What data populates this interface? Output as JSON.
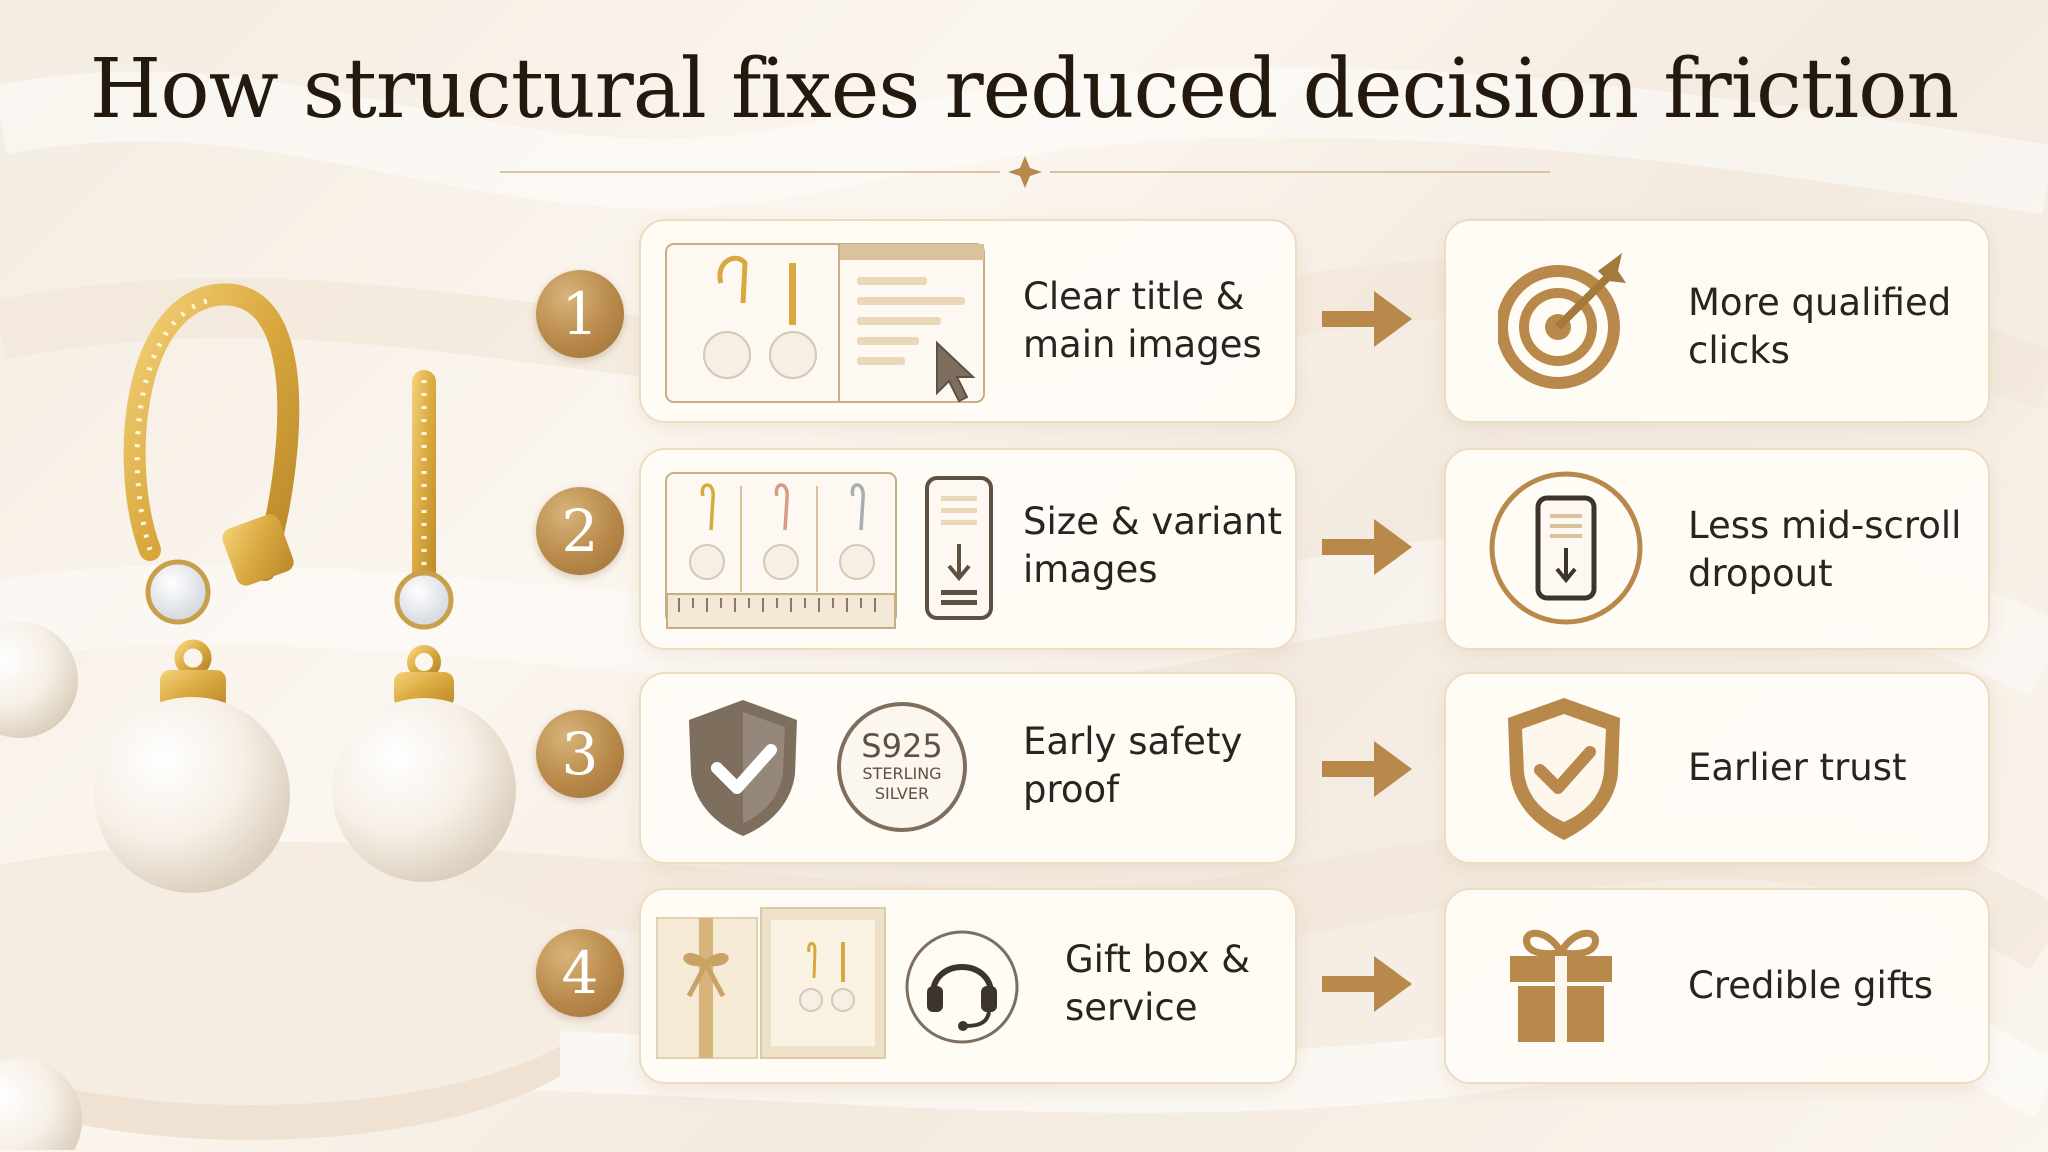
{
  "title": "How structural fixes reduced decision friction",
  "colors": {
    "gold": "#b8894a",
    "gold_dark": "#9d7035",
    "taupe": "#7d6e5e",
    "card_bg": "#fffcf6",
    "card_border": "#ecdcc2",
    "text_dark": "#2a2420",
    "title_text": "#24190f"
  },
  "steps": [
    {
      "number": "1",
      "fix": {
        "line1": "Clear title &",
        "line2": "main images",
        "icons": [
          "earring-photo-icon",
          "listing-page-icon",
          "cursor-icon"
        ]
      },
      "result": {
        "line1": "More qualified",
        "line2": "clicks",
        "icon": "target-icon"
      }
    },
    {
      "number": "2",
      "fix": {
        "line1": "Size & variant",
        "line2": "images",
        "icons": [
          "variant-photos-icon",
          "ruler-icon",
          "phone-scroll-icon"
        ]
      },
      "result": {
        "line1": "Less mid-scroll",
        "line2": "dropout",
        "icon": "phone-scroll-icon"
      }
    },
    {
      "number": "3",
      "fix": {
        "line1": "Early safety",
        "line2": "proof",
        "icons": [
          "shield-check-icon",
          "silver-stamp-icon"
        ]
      },
      "seal": {
        "top": "S925",
        "line1": "STERLING",
        "line2": "SILVER"
      },
      "result": {
        "line1": "Earlier trust",
        "line2": "",
        "icon": "shield-check-icon"
      }
    },
    {
      "number": "4",
      "fix": {
        "line1": "Gift box &",
        "line2": "service",
        "icons": [
          "gift-box-icon",
          "headset-icon"
        ]
      },
      "result": {
        "line1": "Credible gifts",
        "line2": "",
        "icon": "gift-icon"
      }
    }
  ]
}
